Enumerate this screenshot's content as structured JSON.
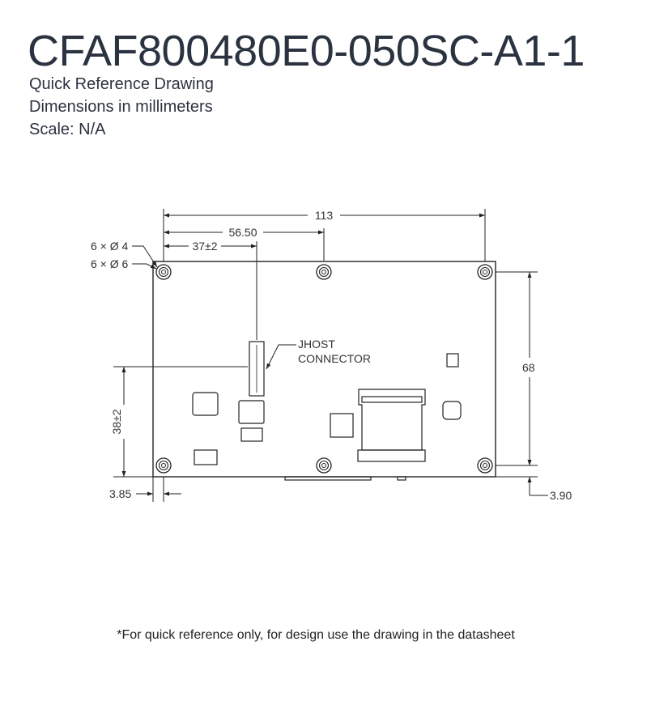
{
  "header": {
    "title": "CFAF800480E0-050SC-A1-1",
    "line1": "Quick Reference Drawing",
    "line2": "Dimensions in millimeters",
    "line3": "Scale: N/A"
  },
  "drawing": {
    "dim_width": "113",
    "dim_hole_center": "56.50",
    "dim_connector": "37±2",
    "hole_small": "6 × Ø 4",
    "hole_large": "6 × Ø 6",
    "connector_label_1": "JHOST",
    "connector_label_2": "CONNECTOR",
    "dim_height": "68",
    "dim_connector_vertical": "38±2",
    "dim_left_offset": "3.85",
    "dim_bottom_offset": "3.90"
  },
  "footer": {
    "note": "*For quick reference only, for design use the drawing in the datasheet"
  }
}
